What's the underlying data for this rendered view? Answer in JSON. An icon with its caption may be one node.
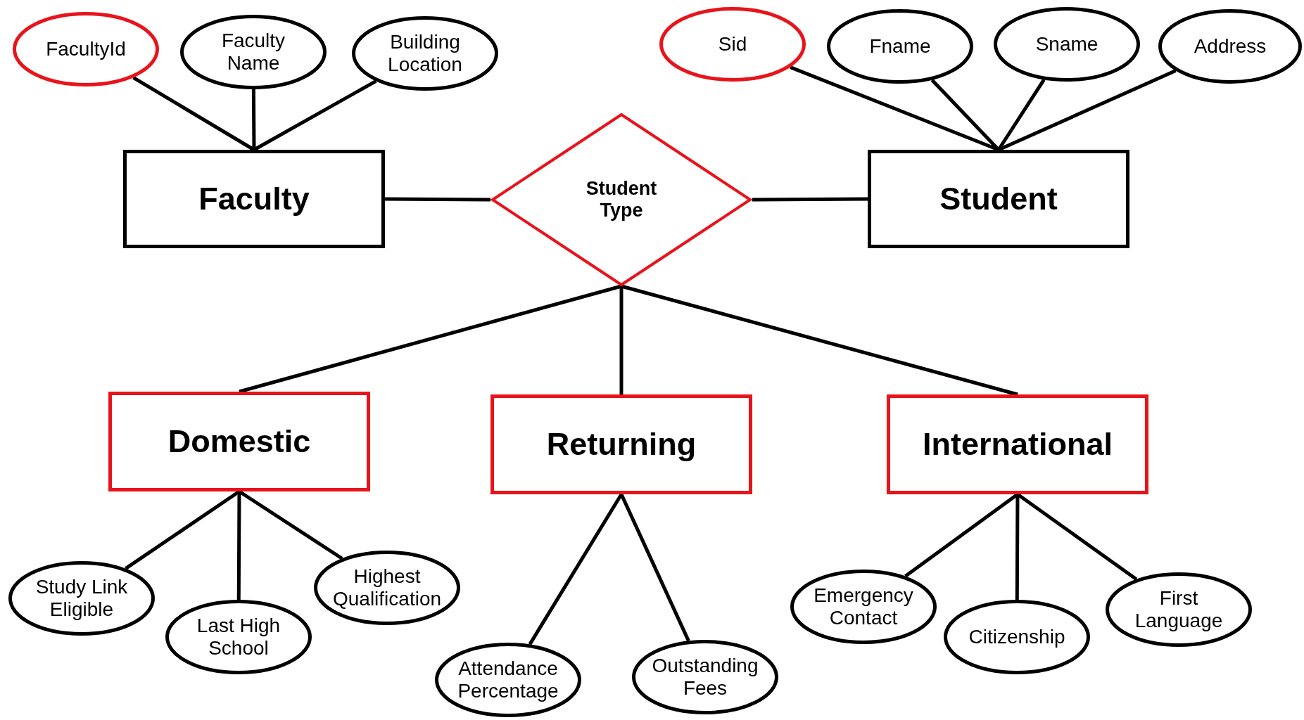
{
  "diagram": {
    "nodes": [
      {
        "text": [
          "FacultyId"
        ]
      },
      {
        "text": [
          "Faculty Name"
        ]
      },
      {
        "text": [
          "Building Location"
        ]
      },
      {
        "text": [
          "Sid"
        ]
      },
      {
        "text": [
          "Fname"
        ]
      },
      {
        "text": [
          "Sname"
        ]
      },
      {
        "text": [
          "Address"
        ]
      },
      {
        "text": [
          "Faculty"
        ]
      },
      {
        "text": [
          "Student Type"
        ]
      },
      {
        "text": [
          "Student"
        ]
      },
      {
        "text": [
          "Domestic"
        ]
      },
      {
        "text": [
          "Returning"
        ]
      },
      {
        "text": [
          "International"
        ]
      },
      {
        "text": [
          "Study Link Eligible"
        ]
      },
      {
        "text": [
          "Last High School"
        ]
      },
      {
        "text": [
          "Highest Qualification"
        ]
      },
      {
        "text": [
          "Attendance Percentage"
        ]
      },
      {
        "text": [
          "Outstanding Fees"
        ]
      },
      {
        "text": [
          "Emergency Contact"
        ]
      },
      {
        "text": [
          "Citizenship"
        ]
      },
      {
        "text": [
          "First Language"
        ]
      }
    ],
    "edges": [
      {
        "from": 0,
        "to": 7,
        "arrow": "none"
      },
      {
        "from": 1,
        "to": 7,
        "arrow": "none"
      },
      {
        "from": 2,
        "to": 7,
        "arrow": "none"
      },
      {
        "from": 3,
        "to": 9,
        "arrow": "none"
      },
      {
        "from": 4,
        "to": 9,
        "arrow": "none"
      },
      {
        "from": 5,
        "to": 9,
        "arrow": "none"
      },
      {
        "from": 6,
        "to": 9,
        "arrow": "none"
      },
      {
        "from": 7,
        "to": 8,
        "arrow": "none"
      },
      {
        "from": 8,
        "to": 9,
        "arrow": "none"
      },
      {
        "from": 8,
        "to": 10,
        "arrow": "none"
      },
      {
        "from": 8,
        "to": 11,
        "arrow": "none"
      },
      {
        "from": 8,
        "to": 12,
        "arrow": "none"
      },
      {
        "from": 10,
        "to": 13,
        "arrow": "none"
      },
      {
        "from": 10,
        "to": 14,
        "arrow": "none"
      },
      {
        "from": 10,
        "to": 15,
        "arrow": "none"
      },
      {
        "from": 11,
        "to": 16,
        "arrow": "none"
      },
      {
        "from": 11,
        "to": 17,
        "arrow": "none"
      },
      {
        "from": 12,
        "to": 18,
        "arrow": "none"
      },
      {
        "from": 12,
        "to": 19,
        "arrow": "none"
      },
      {
        "from": 12,
        "to": 20,
        "arrow": "none"
      }
    ]
  }
}
